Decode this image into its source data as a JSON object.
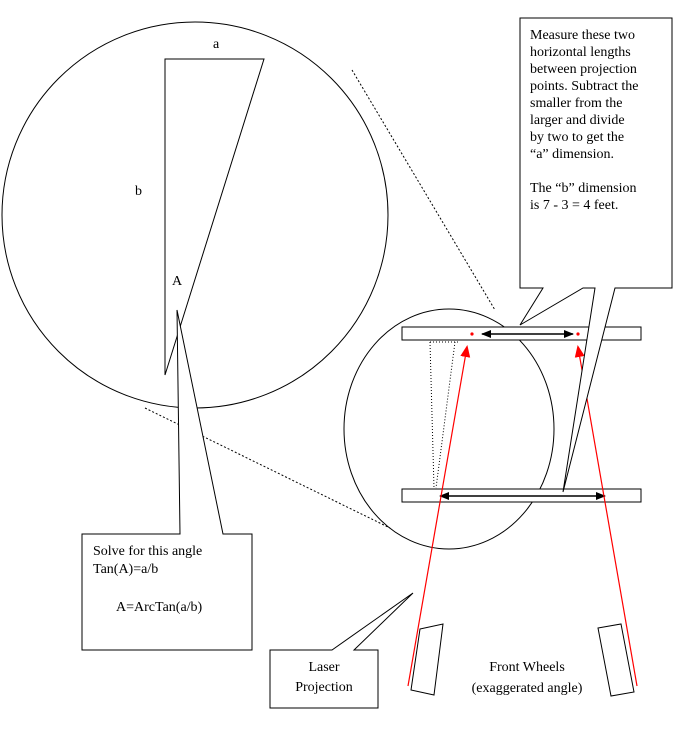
{
  "triangle": {
    "label_a": "a",
    "label_b": "b",
    "label_A": "A"
  },
  "callout_top": {
    "lines": [
      "Measure these two",
      "horizontal lengths",
      "between projection",
      "points. Subtract the",
      "smaller from the",
      "larger and divide",
      "by two to get the",
      "“a” dimension."
    ],
    "b_lines": [
      "The “b” dimension",
      "is 7 - 3 = 4 feet."
    ]
  },
  "callout_angle": {
    "line1": "Solve for this angle",
    "line2": "Tan(A)=a/b",
    "line3": "A=ArcTan(a/b)"
  },
  "callout_laser": {
    "line1": "Laser",
    "line2": "Projection"
  },
  "wheels_label": {
    "line1": "Front Wheels",
    "line2": "(exaggerated angle)"
  },
  "colors": {
    "laser": "#ff0000",
    "stroke": "#000000",
    "background": "#ffffff"
  }
}
